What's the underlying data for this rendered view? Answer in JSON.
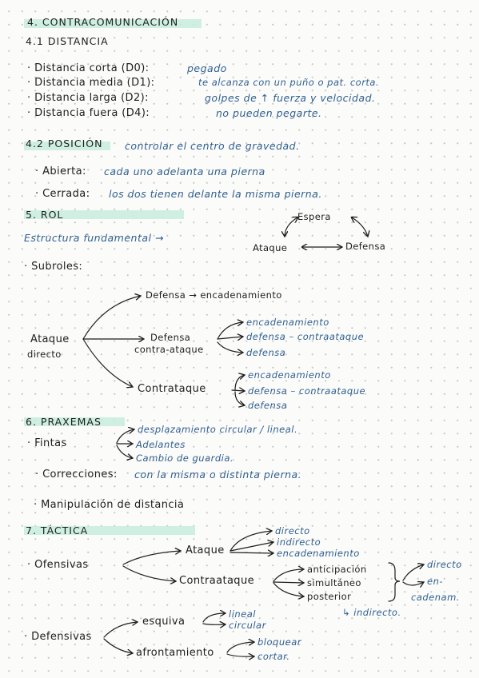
{
  "sec4": {
    "title": "4. CONTRACOMUNICACIÓN",
    "sub1": "4.1 DISTANCIA",
    "items": [
      {
        "label": "· Distancia corta (D0):",
        "value": "pegado"
      },
      {
        "label": "· Distancia media (D1):",
        "value": "te alcanza con un puño o pat. corta."
      },
      {
        "label": "· Distancia larga (D2):",
        "value": "golpes de ↑ fuerza y velocidad."
      },
      {
        "label": "· Distancia fuera (D4):",
        "value": "no pueden pegarte."
      }
    ],
    "sub2": "4.2 POSICIÓN",
    "sub2_note": "controlar el centro de gravedad.",
    "pos": [
      {
        "label": "· Abierta:",
        "value": "cada uno adelanta una pierna"
      },
      {
        "label": "· Cerrada:",
        "value": "los dos tienen delante la misma pierna."
      }
    ]
  },
  "sec5": {
    "title": "5. ROL",
    "estructura": "Estructura fundamental →",
    "espera": "Espera",
    "ataque": "Ataque",
    "defensa": "Defensa",
    "subroles": "· Subroles:",
    "ataque_directo": [
      "Ataque",
      "directo"
    ],
    "defensa_enc": "Defensa → encadenamiento",
    "defensa_contra": [
      "Defensa",
      "contra-ataque"
    ],
    "defensa_contra_opts": [
      "encadenamiento",
      "defensa – contraataque",
      "defensa"
    ],
    "contrataque": "Contrataque",
    "contrataque_opts": [
      "encadenamiento",
      "defensa – contraataque",
      "defensa"
    ]
  },
  "sec6": {
    "title": "6. PRAXEMAS",
    "fintas": "· Fintas",
    "fintas_opts": [
      "desplazamiento circular / lineal.",
      "Adelantes",
      "Cambio de guardia."
    ],
    "correcciones_label": "· Correcciones:",
    "correcciones_value": "con la misma o distinta pierna.",
    "manipulacion": "· Manipulación de distancia"
  },
  "sec7": {
    "title": "7. TÁCTICA",
    "ofensivas": "· Ofensivas",
    "ataque": "Ataque",
    "ataque_opts": [
      "directo",
      "indirecto",
      "encadenamiento"
    ],
    "contraataque": "Contraataque",
    "contra_opts": [
      "anticipación",
      "simultáneo",
      "posterior"
    ],
    "contra_result": [
      "directo",
      "en-",
      "cadenam."
    ],
    "indirecto": "↳ indirecto.",
    "defensivas": "· Defensivas",
    "esquiva": "esquiva",
    "esquiva_opts": [
      "lineal",
      "circular"
    ],
    "afrontamiento": "afrontamiento",
    "afront_opts": [
      "bloquear",
      "cortar."
    ]
  }
}
